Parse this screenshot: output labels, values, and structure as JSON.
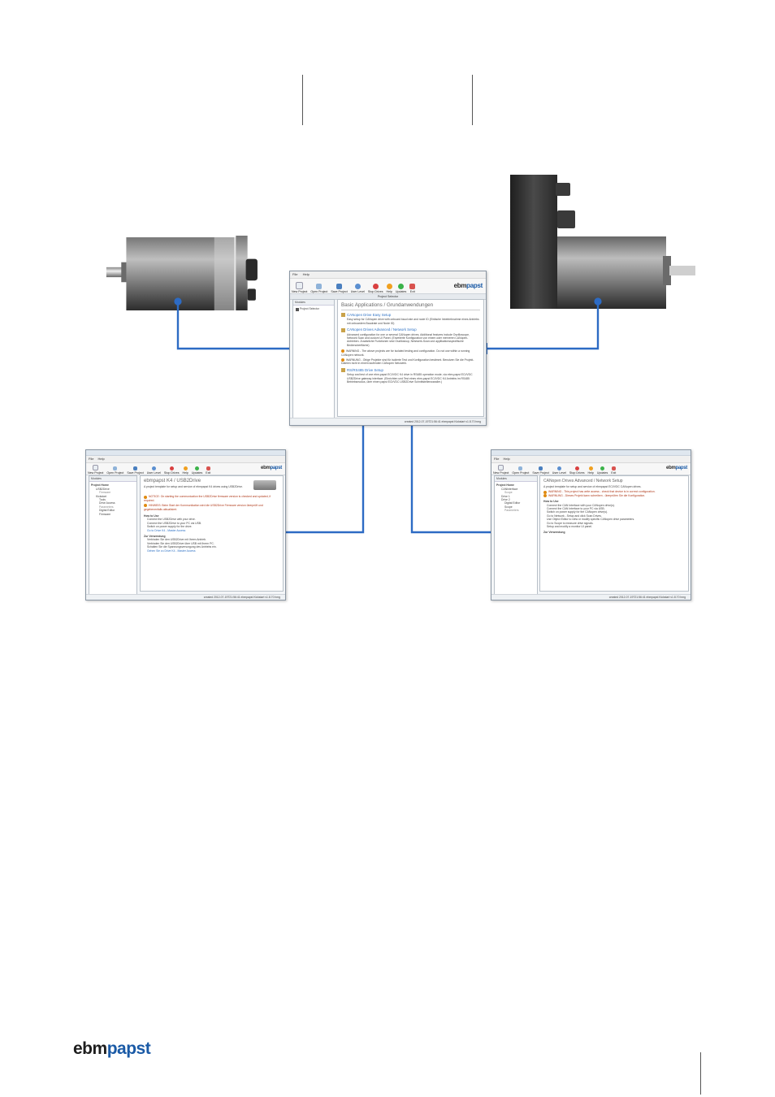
{
  "main_window": {
    "menu": [
      "File",
      "Help"
    ],
    "toolbar": [
      "New Project",
      "Open Project",
      "Save Project",
      "User Level",
      "Stop Drives",
      "Help",
      "Updates",
      "Exit"
    ],
    "logo_left": "ebm",
    "logo_right": "papst",
    "panel_title": "Project Selector",
    "left_tab": "Modules",
    "left_item": "Project Selector",
    "heading": "Basic Applications / Grundanwendungen",
    "entries": [
      {
        "title": "CANopen Drive Easy Setup",
        "text": "Easy setup for CANopen drive with onboard baud rate and node ID (Einfache Inbetriebnahme eines Antriebs mit onboardem Baudrate und Node ID)"
      },
      {
        "title": "CANopen Drives Advanced / Network Setup",
        "text": "Advanced configuration for one or several CANopen drives. Additional features include Oszilloscope, Network Scan and custom UI Panel. (Erweiterte Konfiguration von einem oder mehreren CANopen-Antrieben. Zusätzliche Funktionen sind Oszilloskop, Netzwerk-Scan und applikationsspezifische Bedienoberfläche)"
      },
      {
        "warning": "WARNING - The above projects are for isolated testing and configuration. Do not use within a running CANopen network."
      },
      {
        "warning": "WARNUNG - Obige Projekte sind für isolierte Test und Konfiguration bestimmt. Benutzen Sie die Projekt-Dateien nicht in einem laufenden CANopen Netzwerk."
      },
      {
        "title": "RS/RS485 Drive Setup",
        "text": "Setup and test of one ebm-papst ECI/VDC K4 drive in RS485 operation mode, via ebm-papst ECI/VDC USB2Drive gateway interface. (Einrichten und Test eines ebm-papst ECI/VDC K4 Antriebs im RS485 Betriebsmodus, über einen papst ECI/VDC USB2Drive Schnittstellenwandler.)"
      }
    ],
    "status": "created 2012-07-19T21:56:41 ebmpapst Kickstart v1.8.70 hmg"
  },
  "left_window": {
    "title": "ebmpapst K4 / USB2Drive",
    "toolbar": [
      "New Project",
      "Open Project",
      "Save Project",
      "User Level",
      "Stop Drives",
      "Help",
      "Updates",
      "Exit"
    ],
    "tree": [
      "Project Home",
      "USB2Drive",
      "Firmware",
      "Kickstart",
      "Tools",
      "Drive Access",
      "Parameters",
      "Digital Editor",
      "Firmware"
    ],
    "lines": [
      "A project template for setup and service of ebmpapst K4 drives using USB2Drive.",
      "NOTICE: On starting the communication the USB2Drive firmware version is checked and updated, if required.",
      "HINWEIS: Beim Start der Kommunikation wird die USB2Drive Firmware version überprüft und gegebenenfalls aktualisiert.",
      "How to Use",
      "Connect the USB2Drive with your drive.",
      "Connect the USB2Drive to your PC via USB.",
      "Switch on power supply for the drive.",
      "Go to Drive K4 - Master Access",
      "Zur Verwendung",
      "Verbinden Sie den USB2Drive mit Ihrem Antrieb.",
      "Verbinden Sie den USB2Drive über USB mit Ihrem PC.",
      "Schalten Sie die Spannungsversorgung des Antriebs ein.",
      "Gehen Sie zu Drive K4 - Master Access"
    ],
    "status": "created 2012-07-19T21:56:41 ebmpapst Kickstart v1.8.70 hmg"
  },
  "right_window": {
    "title": "CANopen Drives Advanced / Network Setup",
    "toolbar": [
      "New Project",
      "Open Project",
      "Save Project",
      "User Level",
      "Stop Drives",
      "Help",
      "Updates",
      "Exit"
    ],
    "tree": [
      "Project Home",
      "CANInterface",
      "Scope",
      "Drive 1",
      "Drive 2",
      "Digital Editor",
      "Scope",
      "Parameters"
    ],
    "lines": [
      "A project template for setup and service of ebmpapst ECI/VDC CANopen drives.",
      "WARNING - This project has write access - check that device is in correct configuration.",
      "WARNUNG - Dieses Projekt kann schreiben - überprüfen Sie die Konfiguration.",
      "How to Use",
      "Connect the CAN Interface with your CANopen drive(s).",
      "Connect the CAN Interface to your PC via USB.",
      "Switch on power supply for the CANopen drive(s).",
      "Go to Network - Setup and click Scan Drives.",
      "Use Object Editor to view or modify specific CANopen drive parameters.",
      "Go to Scope to measure drive signals.",
      "Setup and modify a monitor UI panel.",
      "Zur Verwendung"
    ],
    "status": "created 2012-07-19T21:56:41 ebmpapst Kickstart v1.8.70 hmg"
  },
  "footer": {
    "logo_left": "ebm",
    "logo_right": "papst"
  },
  "colors": {
    "arrow": "#2d6bc4",
    "brand_blue": "#1a5aa6"
  }
}
